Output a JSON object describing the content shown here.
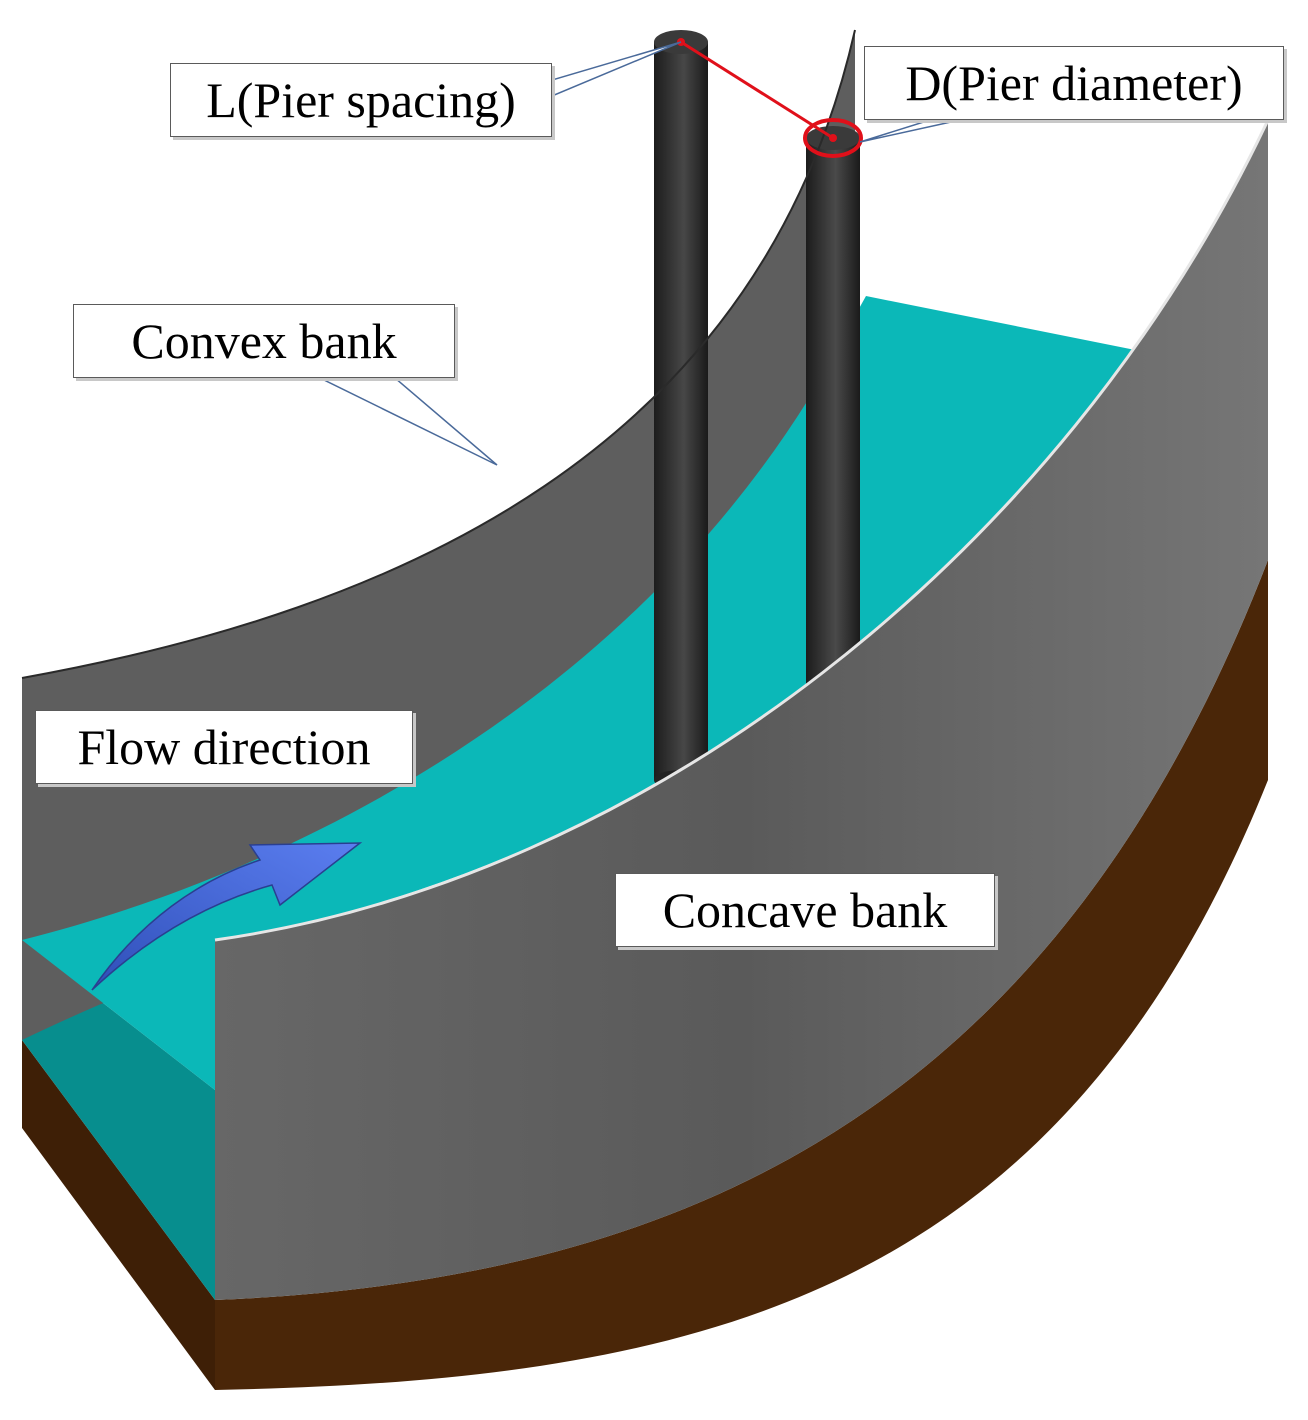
{
  "labels": {
    "pier_spacing": "L(Pier spacing)",
    "pier_diameter": "D(Pier diameter)",
    "convex_bank": "Convex bank",
    "flow_direction": "Flow direction",
    "concave_bank": "Concave bank"
  },
  "colors": {
    "water": "#0bb8b8",
    "water_side": "#078e8e",
    "wall": "#707070",
    "pier": "#2e2e2e",
    "soil": "#4a2608",
    "arrow": "#3a5fd0",
    "dimension_line": "#e0101a"
  }
}
